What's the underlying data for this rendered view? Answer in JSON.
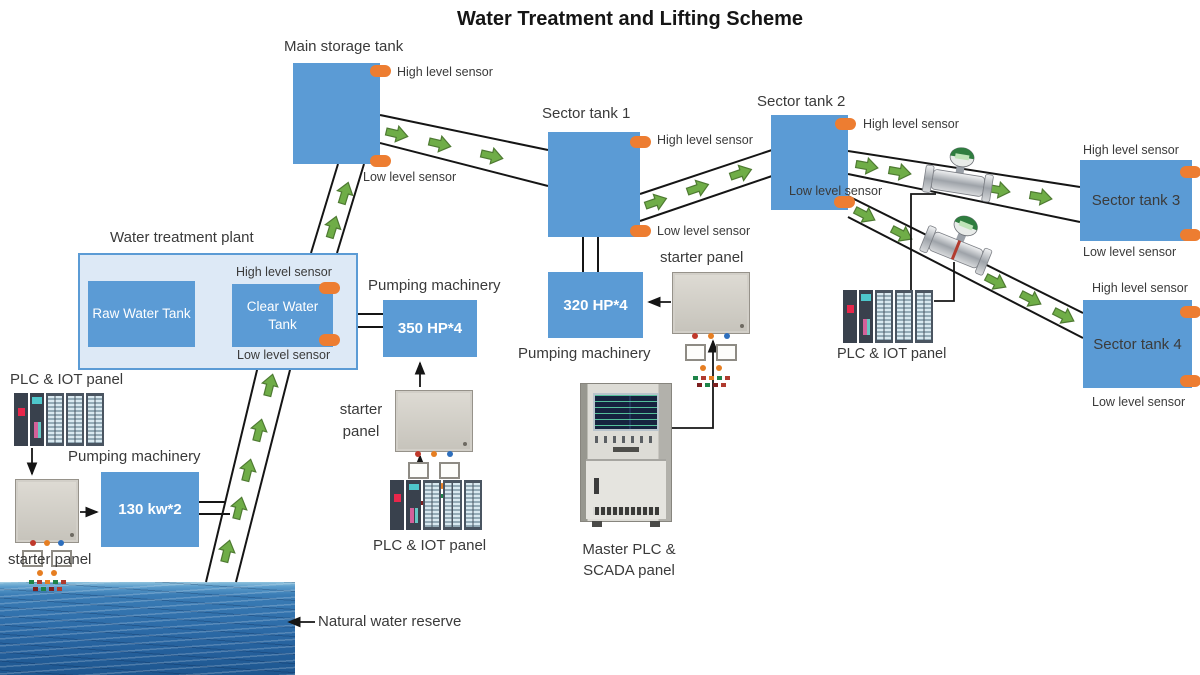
{
  "title": "Water Treatment and Lifting Scheme",
  "tanks": {
    "main": "Main storage tank",
    "s1": "Sector tank 1",
    "s2": "Sector tank 2",
    "s3": "Sector tank 3",
    "s4": "Sector tank 4"
  },
  "plant": {
    "label": "Water treatment plant",
    "raw": "Raw Water Tank",
    "clear": "Clear Water Tank"
  },
  "sensors": {
    "high": "High level sensor",
    "low": "Low level sensor"
  },
  "pumps": {
    "label": "Pumping machinery",
    "p350": "350 HP*4",
    "p320": "320 HP*4",
    "p130": "130 kw*2"
  },
  "panels": {
    "starter": "starter panel",
    "starter_line1": "starter",
    "starter_line2": "panel",
    "plc": "PLC & IOT panel",
    "master1": "Master PLC &",
    "master2": "SCADA panel"
  },
  "source": {
    "label": "Natural water reserve"
  },
  "colors": {
    "tank_blue": "#5b9bd5",
    "sensor_orange": "#ed7d31",
    "arrow_green": "#6fad47",
    "plant_fill": "#dde9f6",
    "pipe_black": "#151515"
  }
}
